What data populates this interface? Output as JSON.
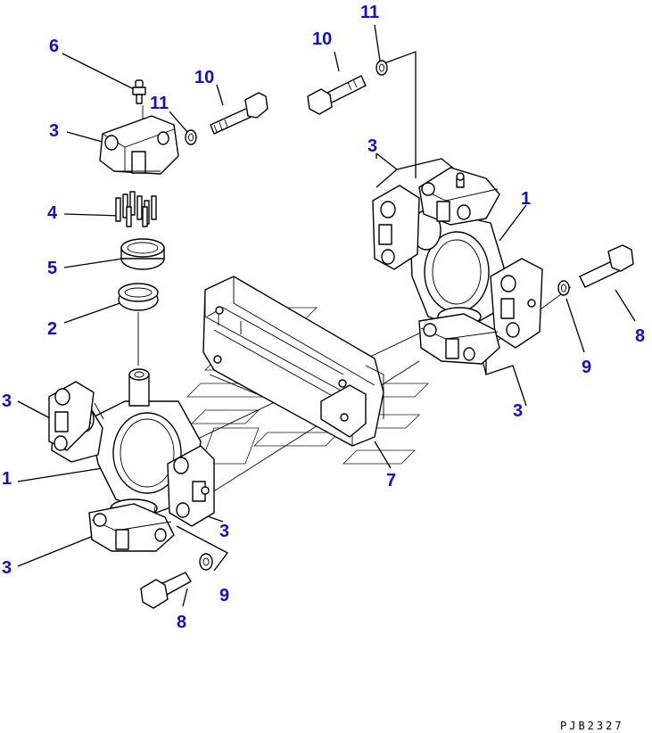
{
  "labels": {
    "l6": "6",
    "l3a": "3",
    "l11a": "11",
    "l10a": "10",
    "l4": "4",
    "l5": "5",
    "l2": "2",
    "l3b": "3",
    "l1a": "1",
    "l3c": "3",
    "l3d": "3",
    "l9a": "9",
    "l8a": "8",
    "l10b": "10",
    "l11b": "11",
    "l3e": "3",
    "l1b": "1",
    "l8b": "8",
    "l9b": "9",
    "l3f": "3",
    "l7": "7"
  },
  "drawing_code": "PJB2327",
  "colors": {
    "label": "#1010c8",
    "line": "#000000"
  }
}
